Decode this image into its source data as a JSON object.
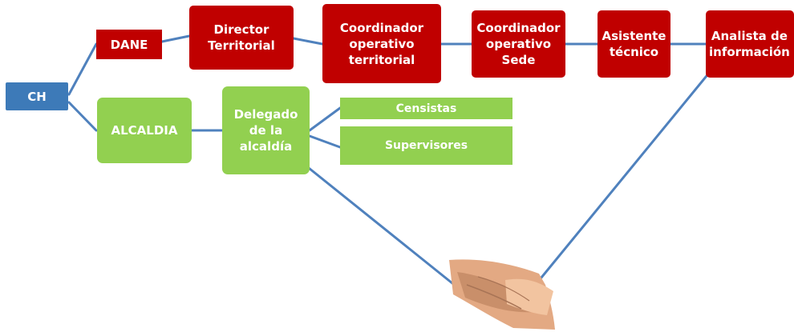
{
  "colors": {
    "root": "#3d7ab8",
    "dane_branch": "#c00000",
    "alcaldia_branch": "#92d050",
    "connector": "#4f81bd",
    "text": "#ffffff"
  },
  "diagram": {
    "root": "CH",
    "branch_dane": "DANE",
    "branch_alcaldia": "ALCALDIA",
    "dane_chain": [
      "Director\nTerritorial",
      "Coordinador\noperativo\nterritorial",
      "Coordinador\noperativo\nSede",
      "Asistente\ntécnico",
      "Analista de\ninformación"
    ],
    "delegado": "Delegado\nde la\nalcaldía",
    "alcaldia_children": [
      "Censistas",
      "Supervisores"
    ]
  },
  "image": {
    "icon": "handshake-icon"
  }
}
